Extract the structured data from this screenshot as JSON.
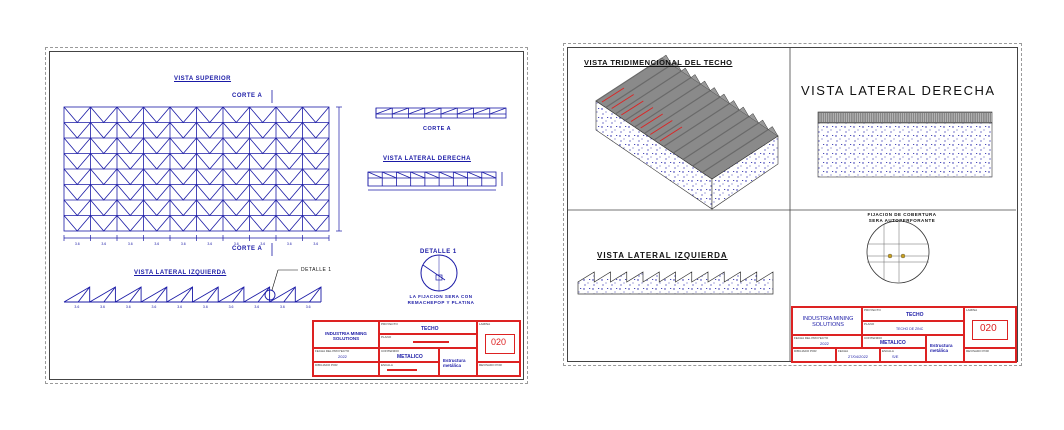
{
  "left_sheet": {
    "titles": {
      "vista_superior": "VISTA SUPERIOR",
      "corte_a_top": "CORTE A",
      "corte_a_bottom": "CORTE A",
      "corte_a_section": "CORTE A",
      "vista_lateral_derecha": "VISTA LATERAL DERECHA",
      "vista_lateral_izquierda": "VISTA LATERAL IZQUIERDA",
      "detalle_1_callout": "DETALLE 1",
      "detalle_1_title": "DETALLE 1",
      "detalle_note": "LA FIJACION SERA CON REMACHEPOP Y PLATINA"
    },
    "dims": [
      "3.6",
      "3.6",
      "3.6",
      "3.6",
      "3.6",
      "3.6",
      "3.6",
      "3.6",
      "3.6",
      "3.6",
      "3.6"
    ],
    "title_block": {
      "company": "INDUSTRIA MINING SOLUTIONS",
      "project_label": "PROYECTO",
      "project": "TECHO",
      "plan_label": "PLANO",
      "date_label": "FECHA DEL PROYECTO",
      "date": "2022",
      "content_label": "CONTENIDO",
      "content": "METALICO",
      "structure": "Estructura metálica",
      "drawn_label": "DIBUJADO POR",
      "scale_label": "ESCALA",
      "sheet_label": "LAMINA",
      "sheet": "020",
      "reviewed_label": "REVISADO POR"
    }
  },
  "right_sheet": {
    "titles": {
      "vista_3d": "VISTA TRIDIMENCIONAL DEL TECHO",
      "vista_lateral_derecha": "VISTA LATERAL DERECHA",
      "vista_lateral_izquierda": "VISTA LATERAL IZQUIERDA",
      "fijacion": "FIJACION DE COBERTURA SERA AUTOPERFORANTE"
    },
    "title_block": {
      "company": "INDUSTRIA MINING SOLUTIONS",
      "project_label": "PROYECTO",
      "project": "TECHO",
      "plan_label": "PLANO",
      "plan": "TECHO DE ZINC",
      "date_label": "FECHA DEL PROYECTO",
      "date": "2022",
      "content_label": "CONTENIDO",
      "content": "METALICO",
      "drawn_label": "DIBUJADO POR",
      "date2_label": "FECHA",
      "date2": "27/04/2022",
      "scale_label": "ESCALA",
      "scale": "S/E",
      "structure": "Estructura metálica",
      "sheet_label": "LAMINA",
      "sheet": "020",
      "reviewed_label": "REVISADO POR"
    }
  },
  "colors": {
    "blue": "#1a1aa6",
    "red": "#d22",
    "gray": "#7a7a7a"
  }
}
